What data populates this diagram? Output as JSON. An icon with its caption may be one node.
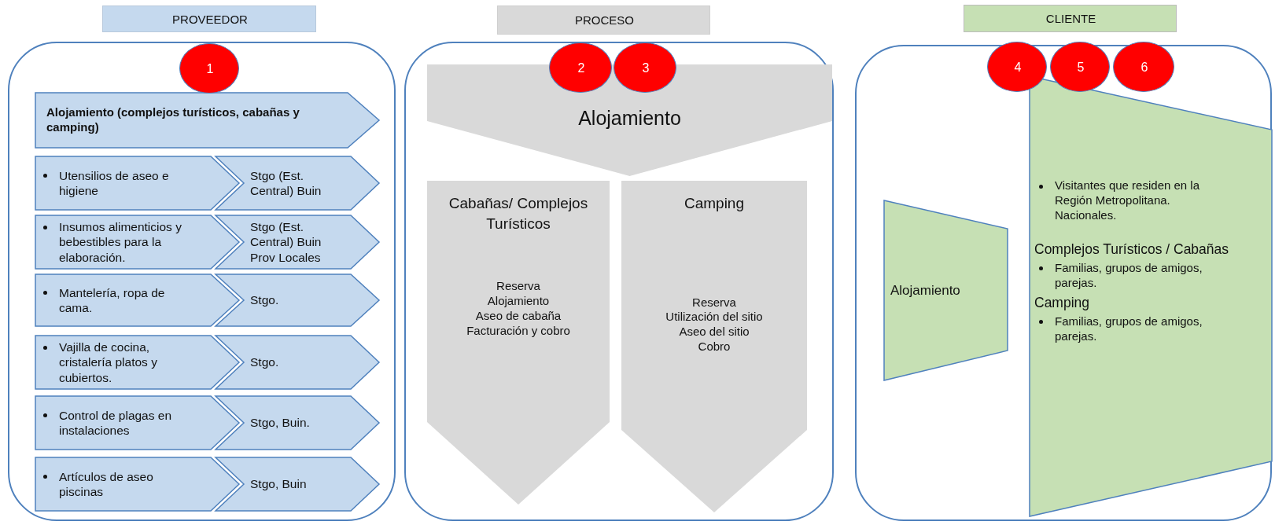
{
  "diagram": {
    "nodes": [
      {
        "text": [
          "PROVEEDOR"
        ]
      },
      {
        "text": [],
        "shape": "box"
      },
      {
        "text": [
          "1"
        ],
        "in": 1
      },
      {
        "text": [
          "Alojamiento (complejos turísticos, cabañas y camping)"
        ],
        "in": 1
      },
      {
        "text": [
          "Utensilios de aseo e higiene"
        ],
        "in": 1
      },
      {
        "text": [
          "Stgo  (Est. Central) Buin"
        ],
        "in": 1
      },
      {
        "text": [
          "Insumos alimenticios y bebestibles  para la elaboración."
        ],
        "in": 1
      },
      {
        "text": [
          "Stgo  (Est. Central) Buin Prov Locales"
        ],
        "in": 1
      },
      {
        "text": [
          "Mantelería, ropa de cama."
        ],
        "in": 1
      },
      {
        "text": [
          "Stgo."
        ],
        "in": 1
      },
      {
        "text": [
          "Vajilla de cocina, cristalería platos y cubiertos."
        ],
        "in": 1
      },
      {
        "text": [
          "Stgo."
        ],
        "in": 1
      },
      {
        "text": [
          "Control de plagas en instalaciones"
        ],
        "in": 1
      },
      {
        "text": [
          "Stgo, Buin."
        ],
        "in": 1
      },
      {
        "text": [
          "Artículos de aseo piscinas"
        ],
        "in": 1
      },
      {
        "text": [
          "Stgo, Buin"
        ],
        "in": 1
      },
      {
        "text": [
          "PROCESO"
        ]
      },
      {
        "text": [],
        "shape": "box"
      },
      {
        "text": [
          "2"
        ],
        "in": 17
      },
      {
        "text": [
          "3"
        ],
        "in": 17
      },
      {
        "text": [
          "Alojamiento"
        ],
        "in": 17
      },
      {
        "text": [
          "Cabañas/ Complejos Turísticos",
          "Reserva",
          "Alojamiento",
          "Aseo de cabaña",
          "Facturación y cobro"
        ],
        "in": 17
      },
      {
        "text": [
          "Camping",
          "Reserva",
          "Utilización del sitio",
          "Aseo del sitio",
          "Cobro"
        ],
        "in": 17
      },
      {
        "text": [
          "CLIENTE"
        ]
      },
      {
        "text": [],
        "shape": "box"
      },
      {
        "text": [
          "4"
        ],
        "in": 24
      },
      {
        "text": [
          "5"
        ],
        "in": 24
      },
      {
        "text": [
          "6"
        ],
        "in": 24
      },
      {
        "text": [
          "Alojamiento"
        ],
        "in": 24
      },
      {
        "text": [
          "Visitantes que residen en  la Región Metropolitana. Nacionales.",
          "Complejos Turísticos / Cabañas",
          "Familias, grupos de amigos, parejas.",
          "Camping",
          "Familias, grupos de amigos, parejas."
        ],
        "in": 24
      }
    ]
  }
}
